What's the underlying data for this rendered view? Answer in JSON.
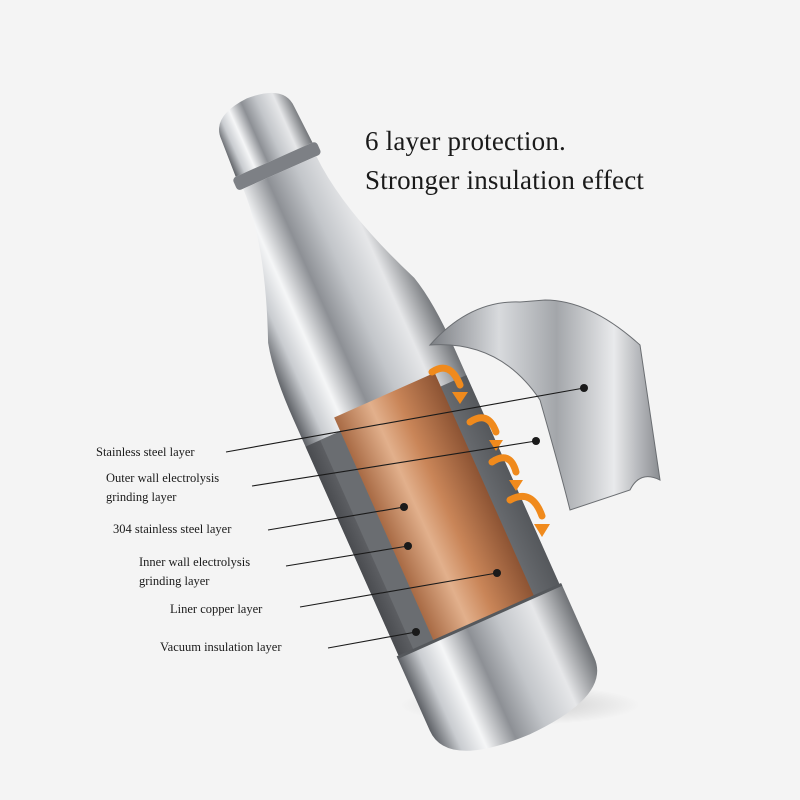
{
  "headline": {
    "line1": "6 layer protection.",
    "line2": "Stronger insulation effect"
  },
  "layers": [
    {
      "line1": "Stainless steel layer",
      "line2": ""
    },
    {
      "line1": "Outer wall electrolysis",
      "line2": "grinding layer"
    },
    {
      "line1": "304 stainless steel layer",
      "line2": ""
    },
    {
      "line1": "Inner wall electrolysis",
      "line2": "grinding layer"
    },
    {
      "line1": "Liner copper layer",
      "line2": ""
    },
    {
      "line1": "Vacuum insulation layer",
      "line2": ""
    }
  ],
  "colors": {
    "background": "#f4f4f4",
    "steel": "#b9bcc0",
    "copper": "#c88a5e",
    "heat_arrow": "#f08a1c",
    "text": "#1a1a1a"
  }
}
